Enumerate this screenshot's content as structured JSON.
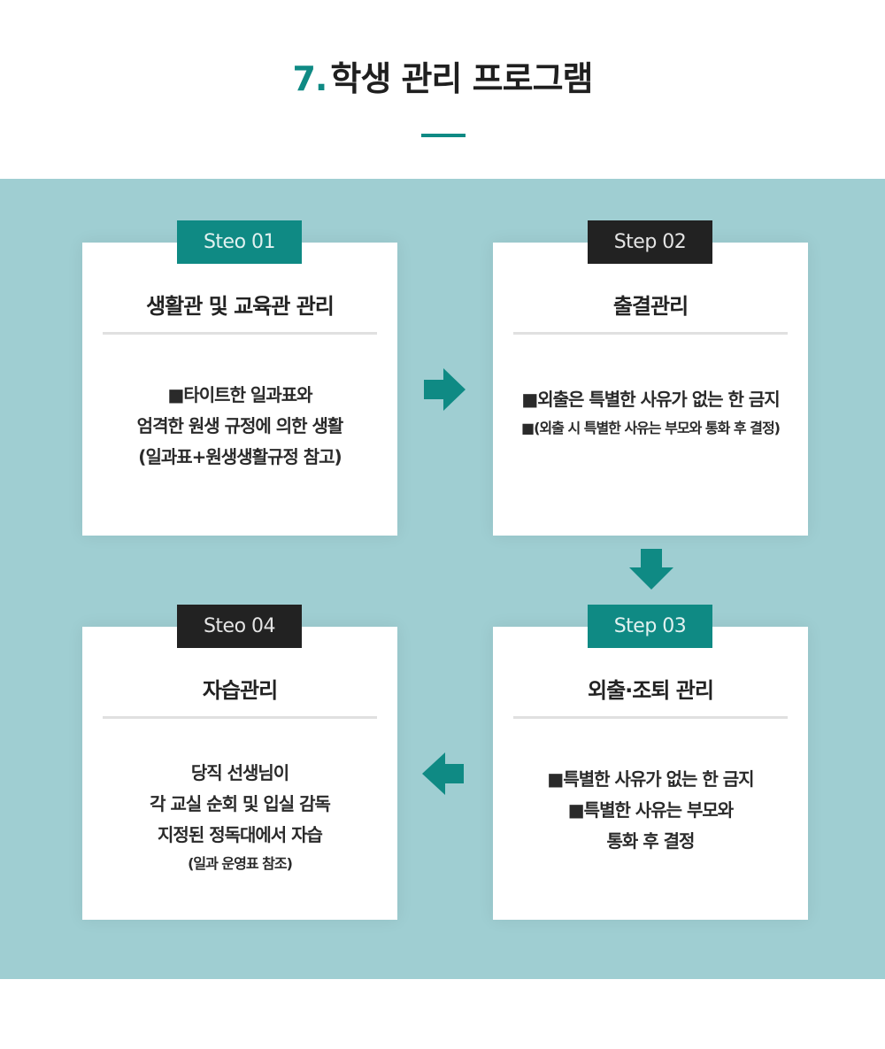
{
  "colors": {
    "teal": "#0f8a84",
    "dark": "#222222",
    "panel_bg": "#9fced2",
    "card_bg": "#ffffff"
  },
  "header": {
    "number": "7.",
    "title": "학생 관리 프로그램"
  },
  "steps": [
    {
      "badge": "Steo 01",
      "badge_color": "#0f8a84",
      "title": "생활관 및 교육관 관리",
      "lines": [
        "■타이트한 일과표와",
        "엄격한 원생 규정에 의한 생활",
        "(일과표+원생생활규정 참고)"
      ]
    },
    {
      "badge": "Step 02",
      "badge_color": "#222222",
      "title": "출결관리",
      "lines": [
        "■외출은 특별한 사유가 없는 한 금지"
      ],
      "small_lines": [
        "■(외출 시 특별한 사유는 부모와 통화 후 결정)"
      ]
    },
    {
      "badge": "Step 03",
      "badge_color": "#0f8a84",
      "title": "외출·조퇴 관리",
      "lines": [
        "■특별한 사유가 없는 한 금지",
        "■특별한 사유는 부모와",
        "통화 후 결정"
      ]
    },
    {
      "badge": "Steo 04",
      "badge_color": "#222222",
      "title": "자습관리",
      "lines": [
        "당직 선생님이",
        "각 교실 순회 및 입실 감독",
        "지정된 정독대에서 자습"
      ],
      "small_lines": [
        "(일과 운영표 참조)"
      ]
    }
  ],
  "icons": {
    "arrow_right": "arrow-right-icon",
    "arrow_down": "arrow-down-icon",
    "arrow_left": "arrow-left-icon"
  }
}
